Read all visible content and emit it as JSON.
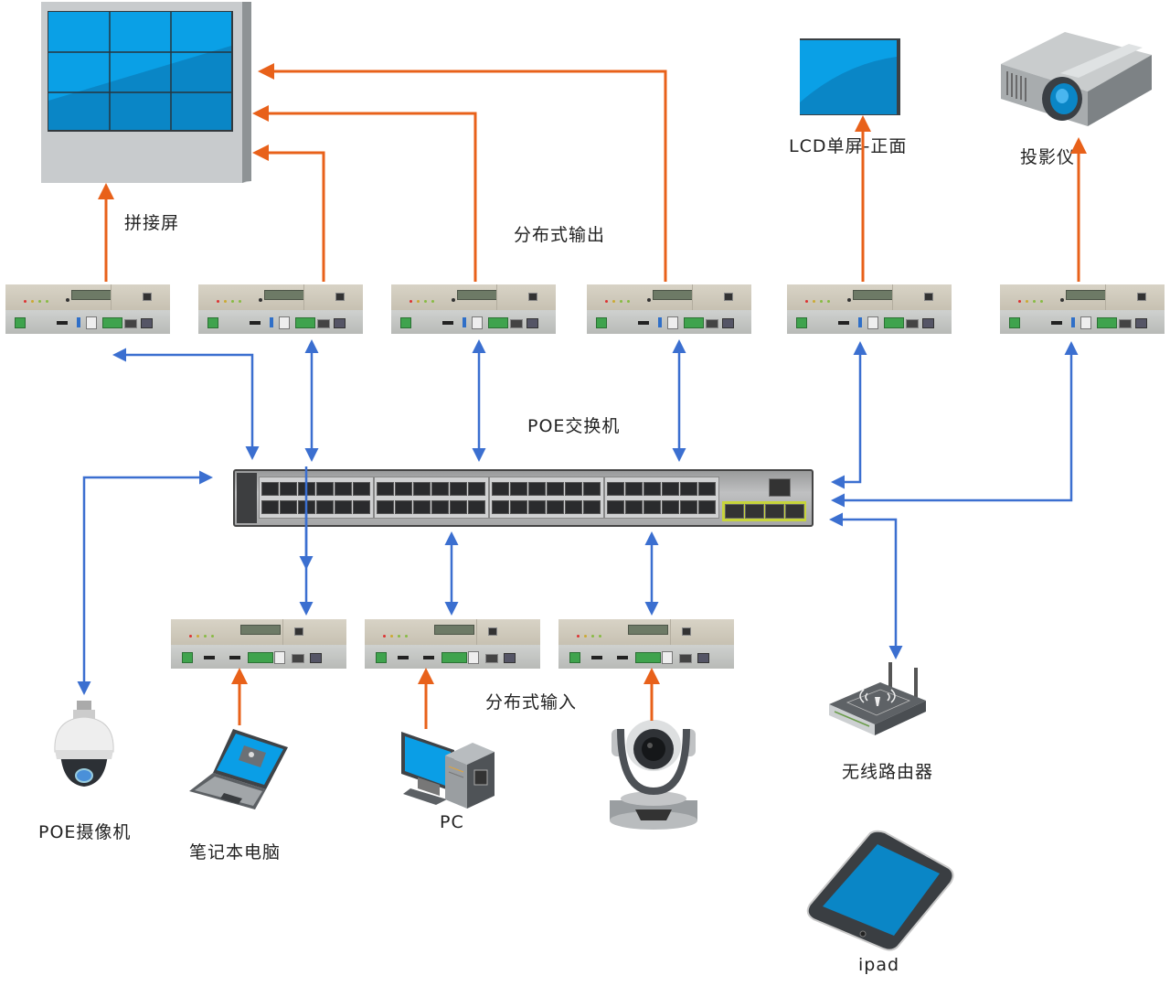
{
  "diagram": {
    "title": "分布式系统拓扑图",
    "colors": {
      "output_arrow": "#e8611a",
      "network_arrow": "#3b6fd0",
      "screen_blue": "#0a9ee6",
      "screen_dark": "#0a82c0"
    },
    "labels": {
      "video_wall": "拼接屏",
      "distributed_output": "分布式输出",
      "lcd_screen": "LCD单屏-正面",
      "projector": "投影仪",
      "poe_switch": "POE交换机",
      "distributed_input": "分布式输入",
      "poe_camera": "POE摄像机",
      "laptop": "笔记本电脑",
      "pc": "PC",
      "wireless_router": "无线路由器",
      "ipad": "ipad"
    },
    "nodes": [
      {
        "id": "video-wall",
        "label": "拼接屏",
        "type": "display",
        "grid": "3x3"
      },
      {
        "id": "lcd-screen",
        "label": "LCD单屏-正面",
        "type": "display"
      },
      {
        "id": "projector",
        "label": "投影仪",
        "type": "display"
      },
      {
        "id": "decoder-1",
        "type": "output-node"
      },
      {
        "id": "decoder-2",
        "type": "output-node"
      },
      {
        "id": "decoder-3",
        "type": "output-node"
      },
      {
        "id": "decoder-4",
        "type": "output-node"
      },
      {
        "id": "decoder-5",
        "type": "output-node"
      },
      {
        "id": "decoder-6",
        "type": "output-node"
      },
      {
        "id": "poe-switch",
        "label": "POE交换机",
        "type": "switch"
      },
      {
        "id": "encoder-1",
        "type": "input-node"
      },
      {
        "id": "encoder-2",
        "type": "input-node"
      },
      {
        "id": "encoder-3",
        "type": "input-node"
      },
      {
        "id": "poe-camera",
        "label": "POE摄像机",
        "type": "source"
      },
      {
        "id": "laptop",
        "label": "笔记本电脑",
        "type": "source"
      },
      {
        "id": "pc",
        "label": "PC",
        "type": "source"
      },
      {
        "id": "ptz-camera",
        "type": "source"
      },
      {
        "id": "wireless-router",
        "label": "无线路由器",
        "type": "network"
      },
      {
        "id": "ipad",
        "label": "ipad",
        "type": "client"
      }
    ],
    "edges": [
      {
        "from": "decoder-1",
        "to": "video-wall",
        "kind": "video"
      },
      {
        "from": "decoder-2",
        "to": "video-wall",
        "kind": "video"
      },
      {
        "from": "decoder-3",
        "to": "video-wall",
        "kind": "video"
      },
      {
        "from": "decoder-4",
        "to": "video-wall",
        "kind": "video"
      },
      {
        "from": "decoder-5",
        "to": "lcd-screen",
        "kind": "video"
      },
      {
        "from": "decoder-6",
        "to": "projector",
        "kind": "video"
      },
      {
        "from": "poe-switch",
        "to": "decoder-1",
        "kind": "network"
      },
      {
        "from": "poe-switch",
        "to": "decoder-2",
        "kind": "network"
      },
      {
        "from": "poe-switch",
        "to": "decoder-3",
        "kind": "network"
      },
      {
        "from": "poe-switch",
        "to": "decoder-4",
        "kind": "network"
      },
      {
        "from": "poe-switch",
        "to": "decoder-5",
        "kind": "network"
      },
      {
        "from": "poe-switch",
        "to": "decoder-6",
        "kind": "network"
      },
      {
        "from": "poe-switch",
        "to": "poe-camera",
        "kind": "network"
      },
      {
        "from": "poe-switch",
        "to": "encoder-1",
        "kind": "network"
      },
      {
        "from": "poe-switch",
        "to": "encoder-2",
        "kind": "network"
      },
      {
        "from": "poe-switch",
        "to": "encoder-3",
        "kind": "network"
      },
      {
        "from": "poe-switch",
        "to": "wireless-router",
        "kind": "network"
      },
      {
        "from": "laptop",
        "to": "encoder-1",
        "kind": "video"
      },
      {
        "from": "pc",
        "to": "encoder-2",
        "kind": "video"
      },
      {
        "from": "ptz-camera",
        "to": "encoder-3",
        "kind": "video"
      }
    ]
  }
}
